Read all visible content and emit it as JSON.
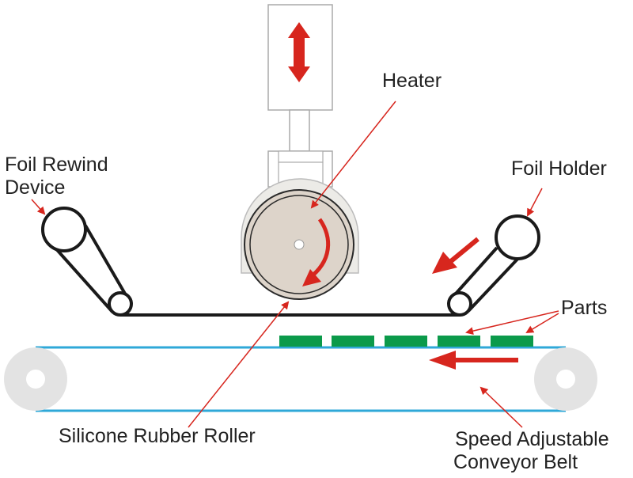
{
  "labels": {
    "heater": "Heater",
    "foil_rewind_line1": "Foil Rewind",
    "foil_rewind_line2": "Device",
    "foil_holder": "Foil Holder",
    "parts": "Parts",
    "silicone_roller": "Silicone Rubber Roller",
    "conveyor_line1": "Speed Adjustable",
    "conveyor_line2": "Conveyor Belt"
  },
  "colors": {
    "arrow": "#d7261e",
    "belt": "#2fa8d8",
    "part": "#0b9a4a",
    "pulley": "#e3e3e3",
    "roller": "#ddd4ca",
    "housing": "#ecebe7",
    "line": "#1a1a1a"
  },
  "parts_count_shown": 5
}
